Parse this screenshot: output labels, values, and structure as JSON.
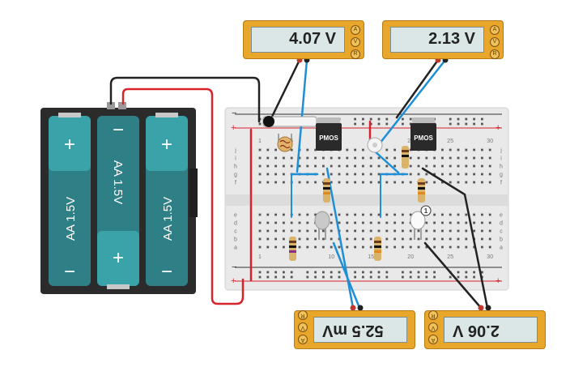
{
  "meters": {
    "top_left": {
      "value": "4.07 V"
    },
    "top_right": {
      "value": "2.13 V"
    },
    "bottom_left": {
      "value": "52.5 mV"
    },
    "bottom_right": {
      "value": "2.06 V"
    },
    "knob_labels": [
      "A",
      "V",
      "R"
    ]
  },
  "battery": {
    "cells": [
      {
        "top": "+",
        "label": "AA 1.5V",
        "bottom": "−"
      },
      {
        "top": "−",
        "label": "AA 1.5V",
        "bottom": "+"
      },
      {
        "top": "+",
        "label": "AA 1.5V",
        "bottom": "−"
      }
    ]
  },
  "breadboard": {
    "rail_plus": "+",
    "rail_minus": "−",
    "row_letters_top": [
      "j",
      "i",
      "h",
      "g",
      "f"
    ],
    "row_letters_bottom": [
      "e",
      "d",
      "c",
      "b",
      "a"
    ],
    "column_numbers": [
      "1",
      "5",
      "10",
      "15",
      "20",
      "25",
      "30"
    ]
  },
  "components": {
    "mosfet_left": "PMOS",
    "mosfet_right": "PMOS",
    "led_badge": "1"
  },
  "colors": {
    "meter_body": "#e8a62a",
    "battery_cell": "#2f7f86",
    "battery_case": "#2b2b2b",
    "wire_red": "#d8232a",
    "wire_black": "#222222",
    "wire_blue": "#1e8fd6"
  }
}
